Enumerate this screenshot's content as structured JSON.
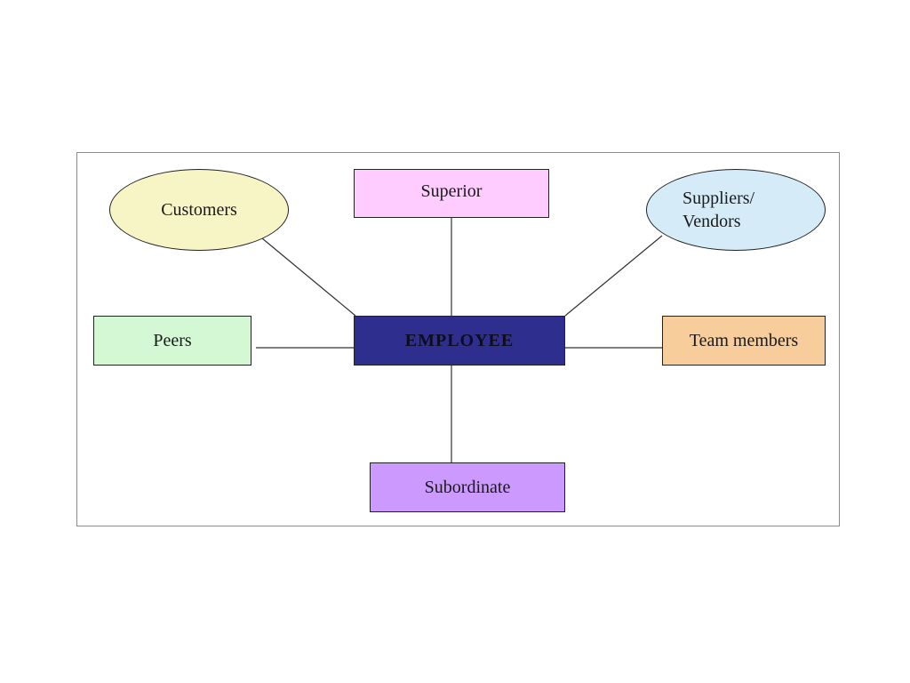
{
  "diagram": {
    "center": {
      "label": "EMPLOYEE",
      "color": "#2e2e8f"
    },
    "nodes": [
      {
        "id": "customers",
        "label": "Customers",
        "shape": "ellipse",
        "color": "#f7f5c6"
      },
      {
        "id": "superior",
        "label": "Superior",
        "shape": "box",
        "color": "#ffccff"
      },
      {
        "id": "suppliers",
        "label": "Suppliers/\nVendors",
        "shape": "ellipse",
        "color": "#d5ecf8"
      },
      {
        "id": "peers",
        "label": "Peers",
        "shape": "box",
        "color": "#d4f7d4"
      },
      {
        "id": "team",
        "label": "Team members",
        "shape": "box",
        "color": "#f7cd9c"
      },
      {
        "id": "subordinate",
        "label": "Subordinate",
        "shape": "box",
        "color": "#cc99ff"
      }
    ],
    "edges": [
      [
        "customers",
        "center"
      ],
      [
        "superior",
        "center"
      ],
      [
        "suppliers",
        "center"
      ],
      [
        "peers",
        "center"
      ],
      [
        "team",
        "center"
      ],
      [
        "subordinate",
        "center"
      ]
    ]
  }
}
